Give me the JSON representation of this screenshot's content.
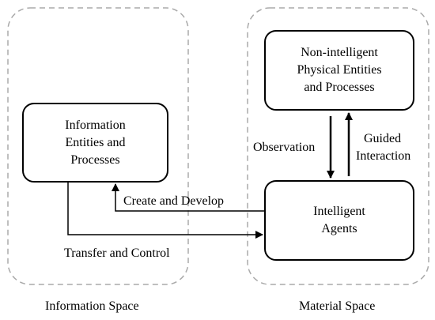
{
  "spaces": {
    "information": "Information Space",
    "material": "Material Space"
  },
  "boxes": {
    "information_entities": "Information\nEntities and\nProcesses",
    "non_intelligent": "Non-intelligent\nPhysical Entities\nand Processes",
    "intelligent_agents": "Intelligent\nAgents"
  },
  "edges": {
    "create_develop": "Create and Develop",
    "transfer_control": "Transfer and Control",
    "observation": "Observation",
    "guided_interaction_line1": "Guided",
    "guided_interaction_line2": "Interaction"
  },
  "colors": {
    "stroke": "#000000",
    "dashed_border": "#aaaaaa",
    "background": "#ffffff"
  }
}
